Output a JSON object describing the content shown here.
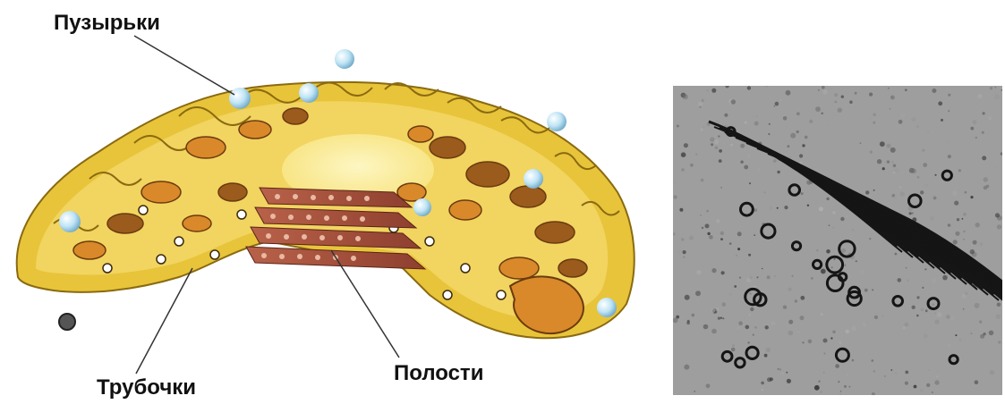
{
  "labels": {
    "vesicles": "Пузырьки",
    "tubules": "Трубочки",
    "cavities": "Полости"
  },
  "colors": {
    "outer_membrane": "#e8c43a",
    "inner_yellow": "#f7e27a",
    "pale_center": "#fbf0a8",
    "orange_lumen": "#d9892a",
    "brown_lumen": "#9a5b1c",
    "cisterna_red": "#a8513d",
    "cisterna_light": "#e9b9a2",
    "vesicle_blue": "#bfe4f5",
    "micrograph_bg": "#9a9a9a",
    "micrograph_stack": "#151515"
  },
  "icons": [
    "vesicle-sphere-icon",
    "micrograph-image"
  ]
}
